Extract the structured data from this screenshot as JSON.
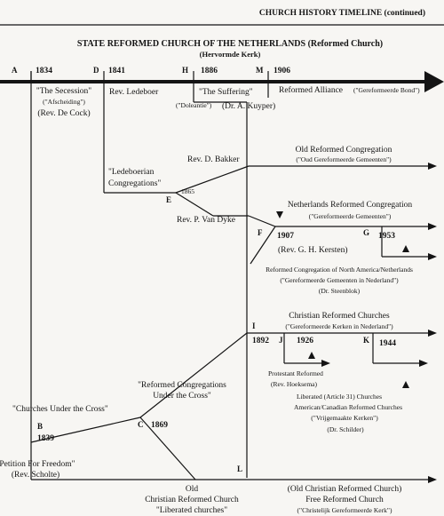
{
  "header": "CHURCH HISTORY TIMELINE (continued)",
  "title": "STATE REFORMED CHURCH OF THE NETHERLANDS (Reformed Church)",
  "subtitle": "(Hervormde Kerk)",
  "letters": {
    "A": "A",
    "B": "B",
    "C": "C",
    "D": "D",
    "E": "E",
    "F": "F",
    "G": "G",
    "H": "H",
    "I": "I",
    "J": "J",
    "K": "K",
    "L": "L",
    "M": "M"
  },
  "years": {
    "y1834": "1834",
    "y1841": "1841",
    "y1886": "1886",
    "y1906": "1906",
    "y1865": "1865",
    "y1907": "1907",
    "y1953": "1953",
    "y1892": "1892",
    "y1926": "1926",
    "y1944": "1944",
    "y1839": "1839",
    "y1869": "1869"
  },
  "labels": {
    "secession": "\"The Secession\"",
    "afscheiding": "(\"Afscheiding\")",
    "de_cock": "(Rev. De Cock)",
    "ledeboer": "Rev. Ledeboer",
    "suffering": "\"The Suffering\"",
    "doleantie": "(\"Doleantie\")",
    "kuyper": "(Dr. A. Kuyper)",
    "alliance": "Reformed Alliance",
    "alliance_nl": "(\"Gereformeerde Bond\")",
    "bakker": "Rev. D. Bakker",
    "old_ref_cong": "Old Reformed Congregation",
    "old_ref_cong_nl": "(\"Oud Gereformeerde Gemeenten\")",
    "ledeboerian1": "\"Ledeboerian",
    "ledeboerian2": "Congregations\"",
    "van_dyke": "Rev. P. Van Dyke",
    "nl_ref_cong": "Netherlands Reformed Congregation",
    "nl_ref_cong_nl": "(\"Gereformeerde Gemeenten\")",
    "kersten": "(Rev. G. H. Kersten)",
    "rc_na1": "Reformed Congregation of North America/Netherlands",
    "rc_na_nl": "(\"Gereformeerde Gemeenten in Nederland\")",
    "steenblok": "(Dr. Steenblok)",
    "crc": "Christian Reformed Churches",
    "crc_nl": "(\"Gereformeerde Kerken in Nederland\")",
    "protestant_ref": "Protestant Reformed",
    "hoeksema": "(Rev. Hoeksema)",
    "liberated1": "Liberated (Article 31) Churches",
    "liberated2": "American/Canadian Reformed Churches",
    "liberated_nl": "(\"Vrijgemaakte Kerken\")",
    "schilder": "(Dr. Schilder)",
    "rcuc1": "\"Reformed Congregations",
    "rcuc2": "Under the Cross\"",
    "cuc": "\"Churches Under the Cross\"",
    "petition": "\"Petition For Freedom\"",
    "scholte": "(Rev. Scholte)",
    "ocrc1": "Old",
    "ocrc2": "Christian Reformed Church",
    "ocrc3": "\"Liberated churches\"",
    "frc1": "(Old Christian Reformed Church)",
    "frc2": "Free Reformed Church",
    "frc_nl": "(\"Christelijk Gereformeerde Kerk\")"
  }
}
